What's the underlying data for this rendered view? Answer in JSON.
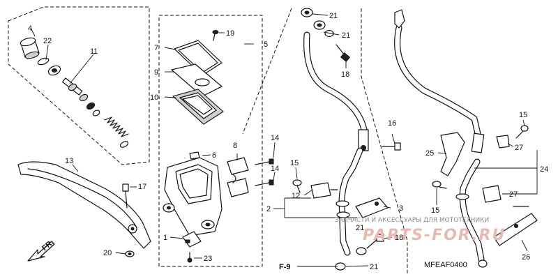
{
  "callouts": {
    "c1": "1",
    "c2": "2",
    "c3": "3",
    "c4": "4",
    "c5": "5",
    "c6": "6",
    "c7": "7",
    "c8": "8",
    "c9": "9",
    "c10": "10",
    "c11": "11",
    "c12": "12",
    "c13": "13",
    "c14a": "14",
    "c14b": "14",
    "c15a": "15",
    "c15b": "15",
    "c15c": "15",
    "c16": "16",
    "c17": "17",
    "c18a": "18",
    "c18b": "18",
    "c19": "19",
    "c20": "20",
    "c21a": "21",
    "c21b": "21",
    "c21c": "21",
    "c21d": "21",
    "c22": "22",
    "c23": "23",
    "c24": "24",
    "c25": "25",
    "c26": "26",
    "c27a": "27",
    "c27b": "27"
  },
  "reference": {
    "section": "F-9",
    "diagram_code": "MFEAF0400"
  },
  "watermark": {
    "text": "ЗАПЧАСТИ И АКСЕССУАРЫ ДЛЯ МОТОТЕХНИКИ",
    "logo": "PARTS-FOR.RU"
  },
  "icons": {
    "front_arrow": "FR."
  }
}
